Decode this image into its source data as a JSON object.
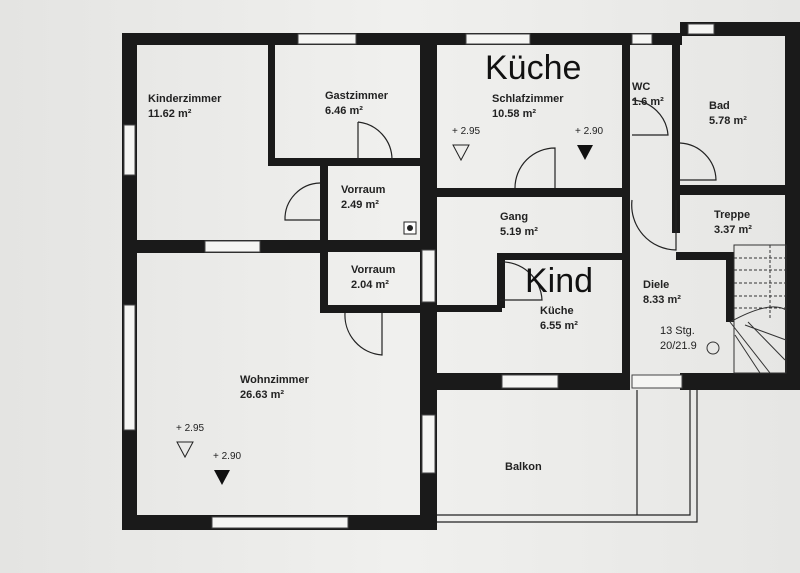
{
  "rooms": {
    "kinderzimmer": {
      "name": "Kinderzimmer",
      "area": "11.62 m²"
    },
    "gastzimmer": {
      "name": "Gastzimmer",
      "area": "6.46 m²"
    },
    "schlafzimmer": {
      "name": "Schlafzimmer",
      "area": "10.58 m²"
    },
    "wc": {
      "name": "WC",
      "area": "1.6 m²"
    },
    "bad": {
      "name": "Bad",
      "area": "5.78 m²"
    },
    "vorraum1": {
      "name": "Vorraum",
      "area": "2.49 m²"
    },
    "vorraum2": {
      "name": "Vorraum",
      "area": "2.04 m²"
    },
    "gang": {
      "name": "Gang",
      "area": "5.19 m²"
    },
    "treppe": {
      "name": "Treppe",
      "area": "3.37 m²"
    },
    "diele": {
      "name": "Diele",
      "area": "8.33 m²"
    },
    "kueche": {
      "name": "Küche",
      "area": "6.55 m²"
    },
    "wohnzimmer": {
      "name": "Wohnzimmer",
      "area": "26.63 m²"
    },
    "balkon": {
      "name": "Balkon"
    }
  },
  "stairs": {
    "steps": "13 Stg.",
    "ratio": "20/21.9"
  },
  "levels": {
    "a": "+ 2.95",
    "b": "+ 2.90",
    "c": "+ 2.95",
    "d": "+ 2.90"
  },
  "overlays": {
    "kueche": "Küche",
    "kind": "Kind"
  }
}
